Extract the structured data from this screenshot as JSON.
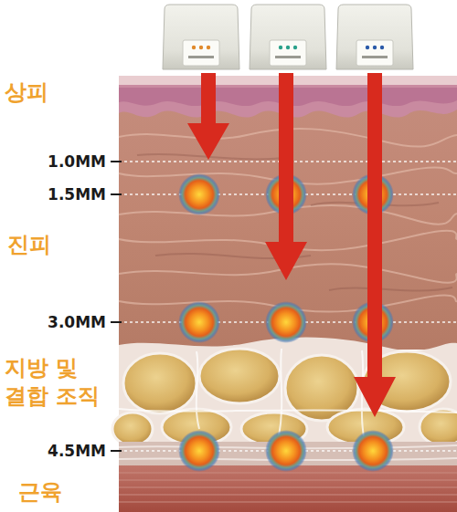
{
  "diagram": {
    "labels": [
      "상피",
      "1.0MM",
      "1.5MM",
      "진피",
      "3.0MM",
      "지방 및 결합 조직",
      "4.5MM",
      "근육"
    ]
  }
}
